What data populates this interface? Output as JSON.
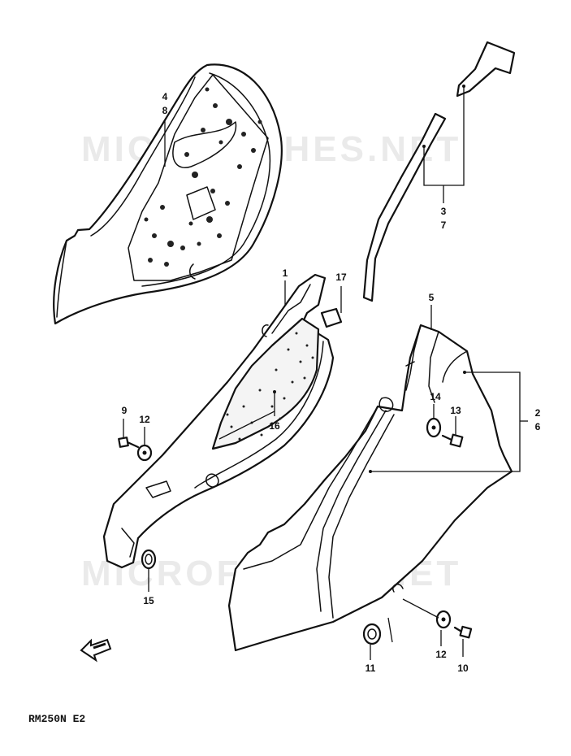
{
  "watermarks": [
    "MICROFICHES.NET",
    "MICROFICHES.NET"
  ],
  "model_code": "RM250N  E2",
  "callouts": {
    "c1": "1",
    "c2": "2",
    "c3": "3",
    "c4": "4",
    "c5": "5",
    "c6": "6",
    "c7": "7",
    "c8": "8",
    "c9": "9",
    "c10": "10",
    "c11": "11",
    "c12a": "12",
    "c12b": "12",
    "c13": "13",
    "c14": "14",
    "c15": "15",
    "c16": "16",
    "c17": "17"
  },
  "icons": {
    "direction_arrow": "fwd-arrow-icon"
  }
}
